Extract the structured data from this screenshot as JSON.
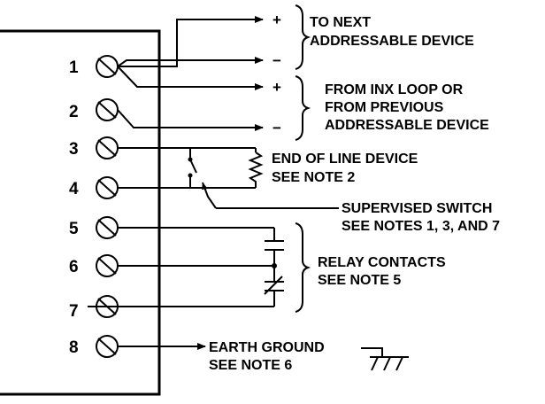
{
  "terminals": [
    {
      "number": "1"
    },
    {
      "number": "2"
    },
    {
      "number": "3"
    },
    {
      "number": "4"
    },
    {
      "number": "5"
    },
    {
      "number": "6"
    },
    {
      "number": "7"
    },
    {
      "number": "8"
    }
  ],
  "polarity": {
    "out_plus": "+",
    "out_minus": "−",
    "in_plus": "+",
    "in_minus": "−"
  },
  "labels": {
    "to_next_line1": "TO NEXT",
    "to_next_line2": "ADDRESSABLE DEVICE",
    "from_inx_line1": "FROM INX LOOP OR",
    "from_inx_line2": "FROM PREVIOUS",
    "from_inx_line3": "ADDRESSABLE DEVICE",
    "eol_line1": "END OF LINE DEVICE",
    "eol_line2": "SEE NOTE 2",
    "switch_line1": "SUPERVISED SWITCH",
    "switch_line2": "SEE NOTES 1, 3, AND 7",
    "relay_line1": "RELAY CONTACTS",
    "relay_line2": "SEE NOTE 5",
    "earth_line1": "EARTH GROUND",
    "earth_line2": "SEE NOTE 6"
  }
}
